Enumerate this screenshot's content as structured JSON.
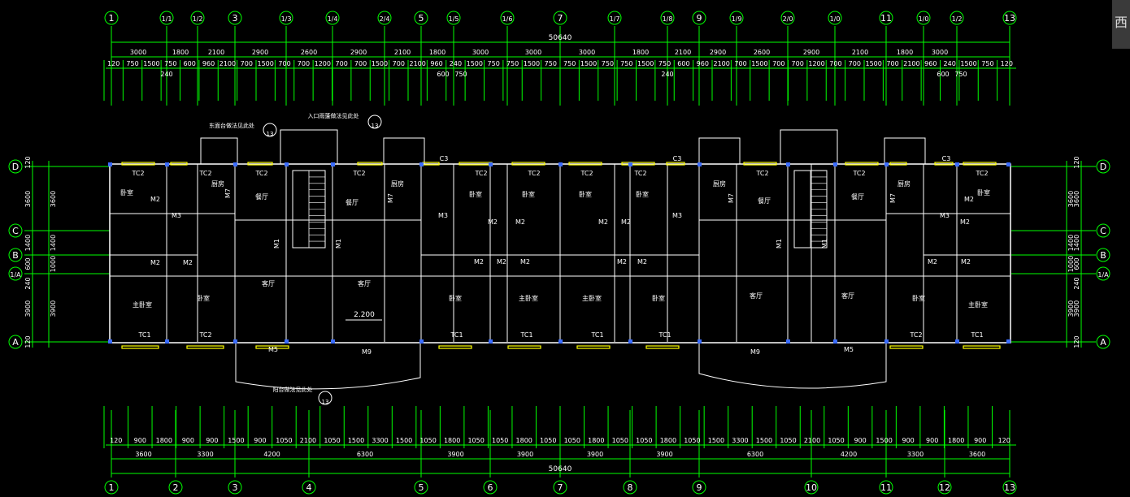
{
  "view_label": "西",
  "colors": {
    "grid": "#00ff00",
    "wall": "#ffffff",
    "dim": "#ffffff",
    "window": "#ffff00",
    "column": "#3b6cff",
    "bubble": "#ffffff"
  },
  "grid_axes": {
    "top": [
      "1",
      "1/1",
      "1/2",
      "3",
      "1/3",
      "1/4",
      "2/4",
      "5",
      "1/5",
      "1/6",
      "7",
      "1/7",
      "1/8",
      "9",
      "1/9",
      "2/0",
      "1/0",
      "11",
      "1/0",
      "1/2",
      "13"
    ],
    "bottom": [
      "1",
      "2",
      "3",
      "4",
      "5",
      "6",
      "7",
      "8",
      "9",
      "10",
      "11",
      "12",
      "13"
    ],
    "left": [
      "D",
      "C",
      "B",
      "1/A",
      "A"
    ],
    "right": [
      "D",
      "C",
      "B",
      "1/A",
      "A"
    ]
  },
  "dimensions": {
    "total_top": "50640",
    "total_bottom": "50640",
    "top_row1": [
      "3000",
      "1800",
      "2100",
      "2900",
      "2600",
      "2900",
      "2100",
      "1800",
      "3000",
      "3000",
      "3000",
      "1800",
      "2100",
      "2900",
      "2600",
      "2900",
      "2100",
      "1800",
      "3000"
    ],
    "top_row2": [
      "120",
      "750",
      "1500",
      "750",
      "600",
      "960",
      "2100",
      "700",
      "1500",
      "700",
      "700",
      "1200",
      "700",
      "700",
      "1500",
      "700",
      "2100",
      "960",
      "240",
      "1500",
      "750",
      "750",
      "1500",
      "750",
      "750",
      "1500",
      "750",
      "750",
      "1500",
      "750",
      "600",
      "960",
      "2100",
      "700",
      "1500",
      "700",
      "700",
      "1200",
      "700",
      "700",
      "1500",
      "700",
      "2100",
      "960",
      "240",
      "1500",
      "750",
      "120"
    ],
    "top_row3": [
      "240",
      "600",
      "750",
      "240",
      "600",
      "750"
    ],
    "bottom_row1": [
      "120",
      "900",
      "1800",
      "900",
      "900",
      "1500",
      "900",
      "1050",
      "2100",
      "1050",
      "1500",
      "3300",
      "1500",
      "1050",
      "1800",
      "1050",
      "1050",
      "1800",
      "1050",
      "1050",
      "1800",
      "1050",
      "1050",
      "1800",
      "1050",
      "1500",
      "3300",
      "1500",
      "1050",
      "2100",
      "1050",
      "900",
      "1500",
      "900",
      "900",
      "1800",
      "900",
      "120"
    ],
    "bottom_row2": [
      "3600",
      "3300",
      "4200",
      "6300",
      "3900",
      "3900",
      "3900",
      "3900",
      "6300",
      "4200",
      "3300",
      "3600"
    ],
    "left_outer": [
      "120",
      "3600",
      "1400",
      "600",
      "240",
      "3900",
      "120"
    ],
    "left_inner": [
      "3600",
      "1400",
      "1000",
      "3900"
    ],
    "right_outer": [
      "120",
      "3600",
      "1400",
      "600",
      "240",
      "3900",
      "120"
    ],
    "right_inner": [
      "3600",
      "1400",
      "1000",
      "3900"
    ]
  },
  "rooms": {
    "bedroom": "卧室",
    "master_bedroom": "主卧室",
    "living": "客厅",
    "dining": "餐厅",
    "kitchen": "厨房"
  },
  "labels": {
    "window_tc1": "TC1",
    "window_tc2": "TC2",
    "window_c3": "C3",
    "door_m1": "M1",
    "door_m2": "M2",
    "door_m3": "M3",
    "door_m5": "M5",
    "door_m7": "M7",
    "door_m9": "M9",
    "elevation": "2.200",
    "note_balcony": "东面台做法见此处",
    "note_entrance": "入口雨蓬做法见此处",
    "note_terrace": "阳台做法见此处",
    "ref_top_1": "13",
    "ref_top_2": "13",
    "ref_bottom": "13"
  }
}
